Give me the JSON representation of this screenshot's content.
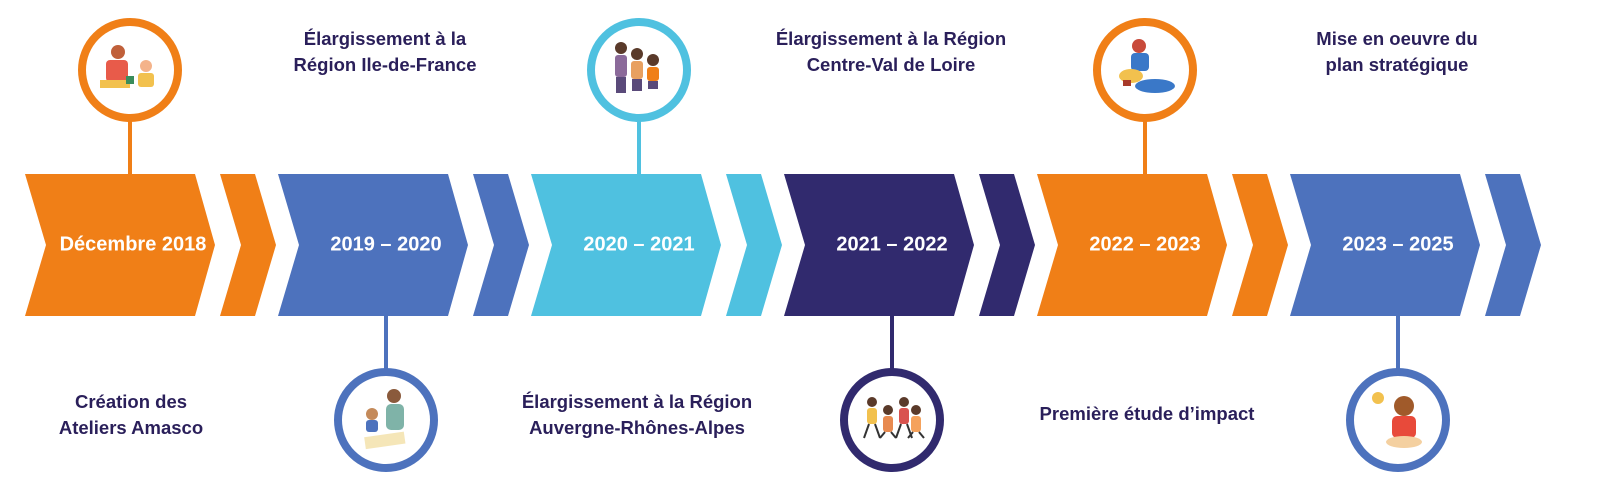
{
  "colors": {
    "orange": "#f07f17",
    "blue": "#4d72bd",
    "cyan": "#4fc1e0",
    "navy": "#312a6e",
    "text": "#2a1f5a"
  },
  "periods": [
    {
      "year": "Décembre 2018",
      "color": "#f07f17",
      "label": [
        "Création des",
        "Ateliers Amasco"
      ],
      "label_position": "bottom",
      "circle_position": "top",
      "illustration": "adult-and-child-playing-blocks"
    },
    {
      "year": "2019 – 2020",
      "color": "#4d72bd",
      "label": [
        "Élargissement à la",
        "Région Ile-de-France"
      ],
      "label_position": "top",
      "circle_position": "bottom",
      "illustration": "woman-and-child-drawing"
    },
    {
      "year": "2020 – 2021",
      "color": "#4fc1e0",
      "label": [
        "Élargissement à la Région",
        "Auvergne-Rhônes-Alpes"
      ],
      "label_position": "bottom",
      "circle_position": "top",
      "illustration": "family-group"
    },
    {
      "year": "2021 – 2022",
      "color": "#312a6e",
      "label": [
        "Élargissement à la Région",
        "Centre-Val de Loire"
      ],
      "label_position": "top",
      "circle_position": "bottom",
      "illustration": "family-running"
    },
    {
      "year": "2022 – 2023",
      "color": "#f07f17",
      "label": [
        "Première étude d’impact"
      ],
      "label_position": "bottom",
      "circle_position": "top",
      "illustration": "person-doing-puzzle"
    },
    {
      "year": "2023 – 2025",
      "color": "#4d72bd",
      "label": [
        "Mise en oeuvre du",
        "plan stratégique"
      ],
      "label_position": "top",
      "circle_position": "bottom",
      "illustration": "child-with-lightbulb-idea"
    }
  ]
}
